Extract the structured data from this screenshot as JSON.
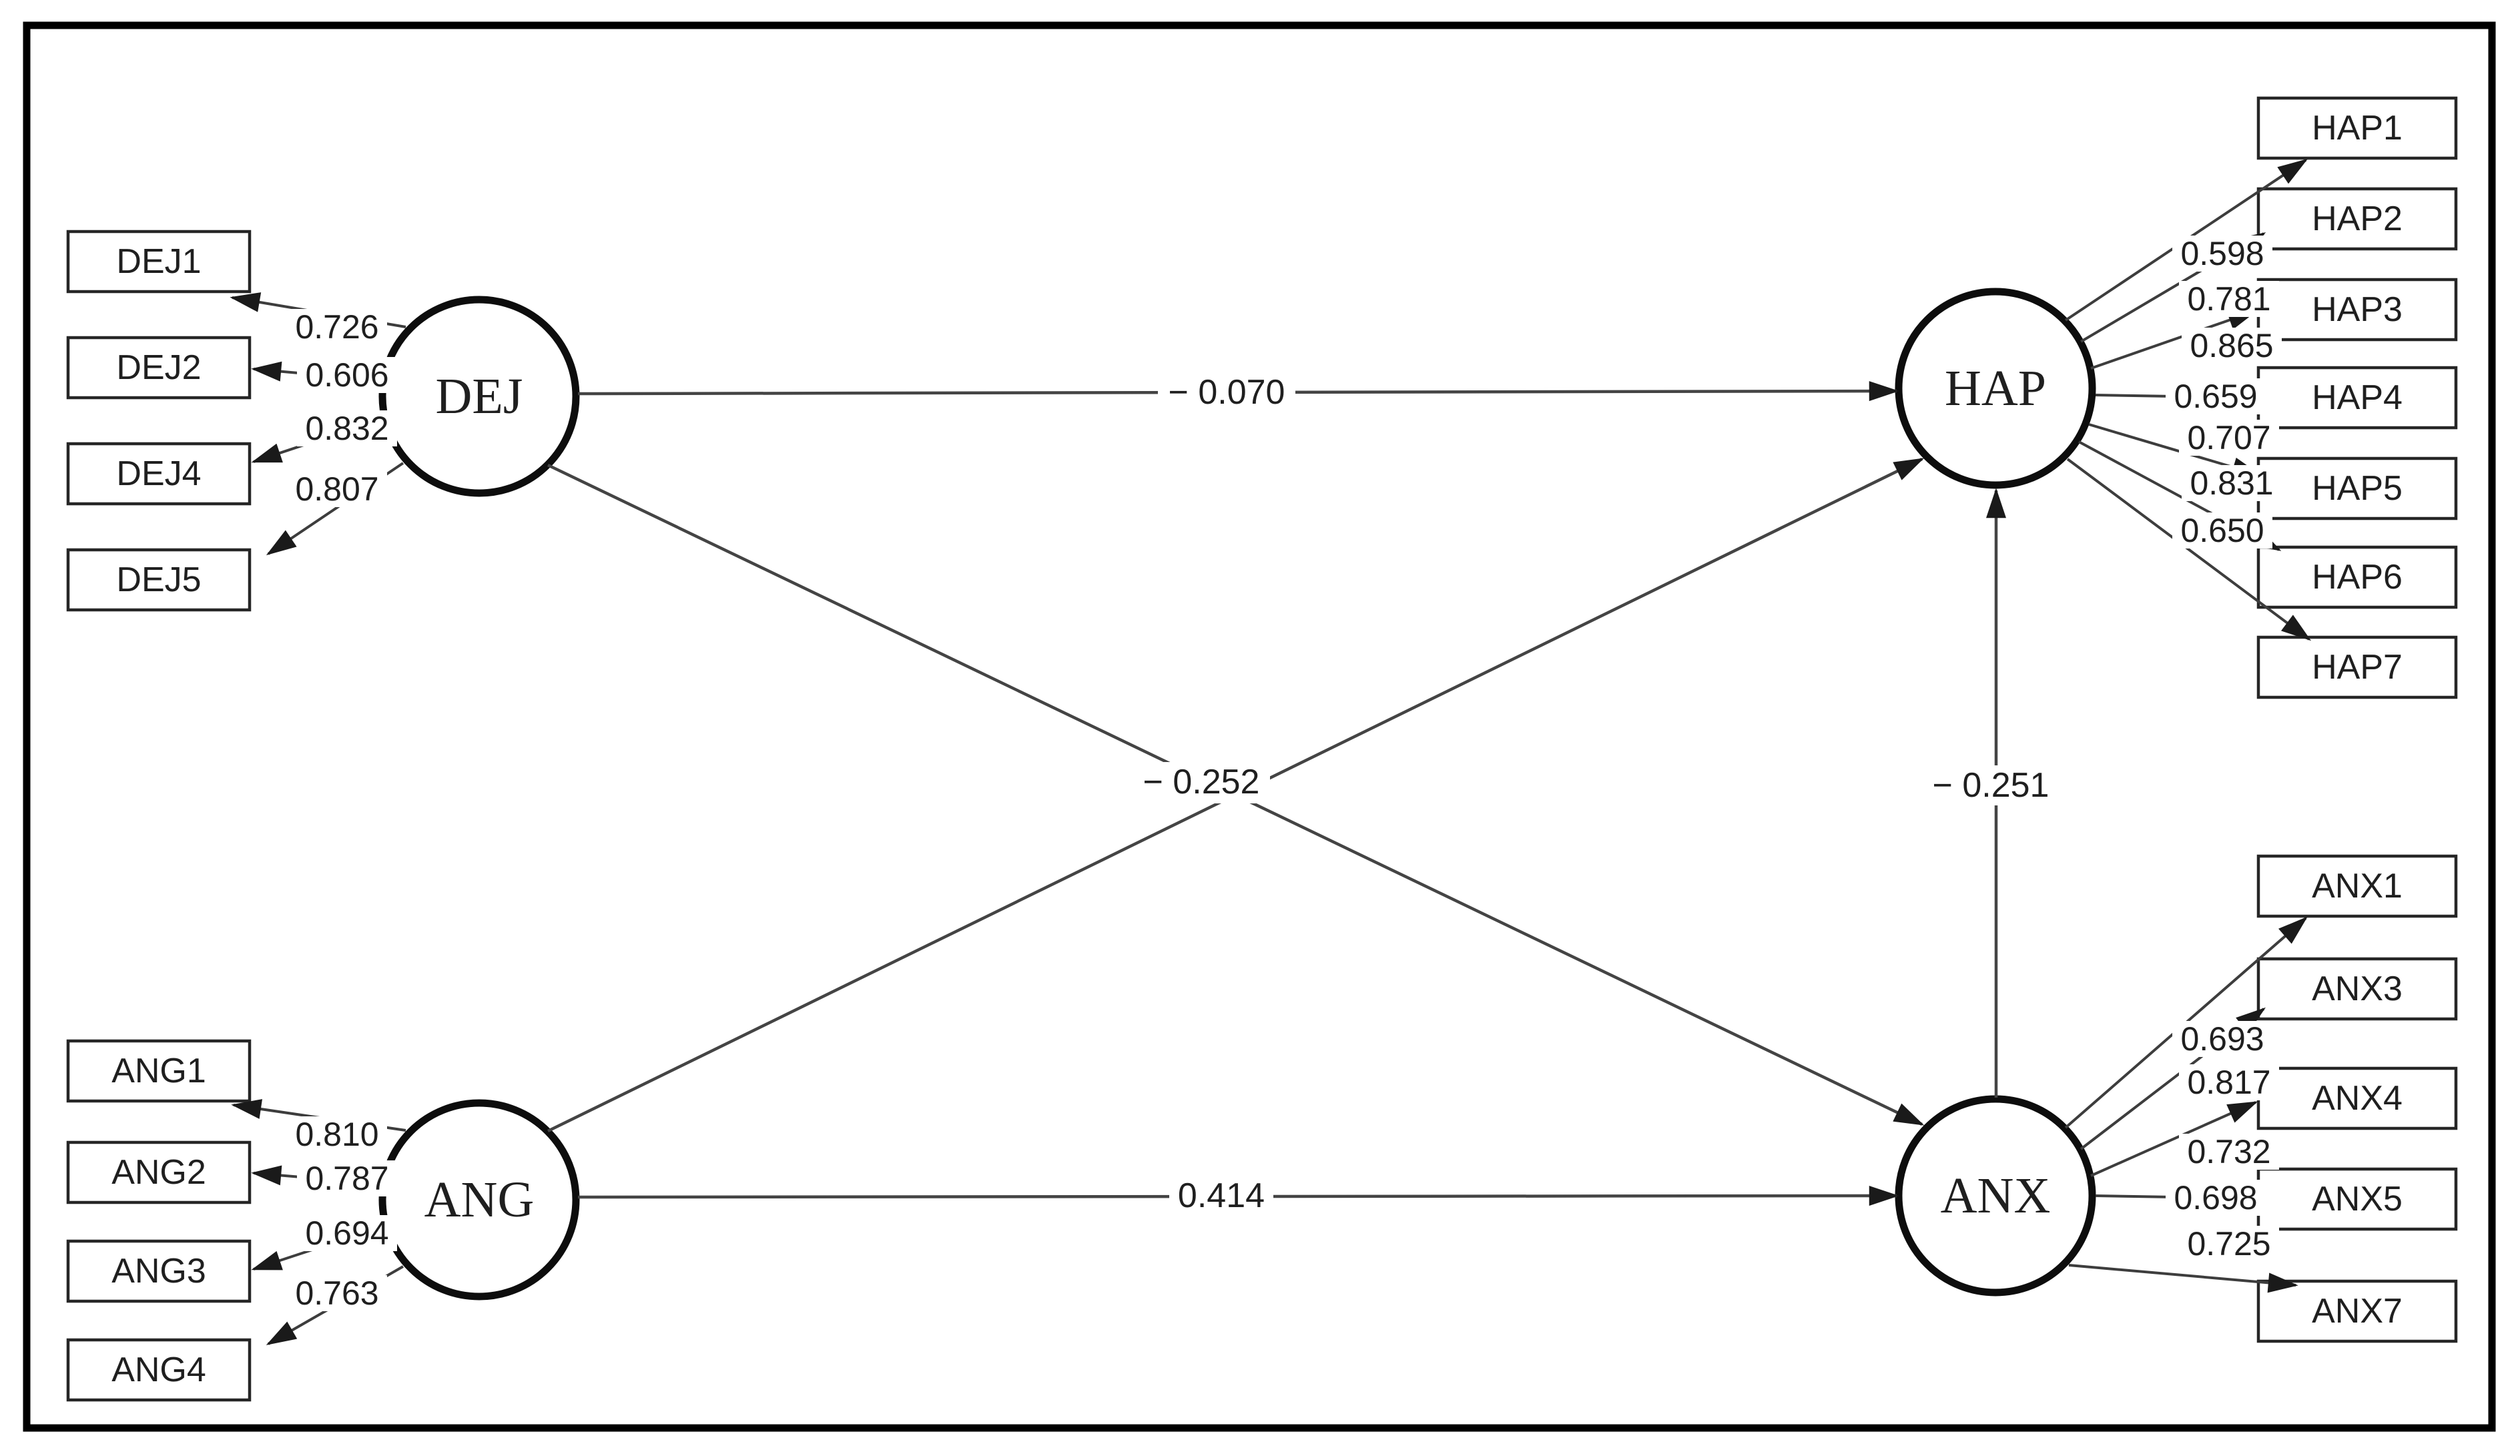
{
  "model": {
    "type": "structural-equation-model",
    "latents": [
      {
        "id": "DEJ",
        "label": "DEJ",
        "indicators": [
          {
            "name": "DEJ1",
            "loading": "0.726"
          },
          {
            "name": "DEJ2",
            "loading": "0.606"
          },
          {
            "name": "DEJ4",
            "loading": "0.832"
          },
          {
            "name": "DEJ5",
            "loading": "0.807"
          }
        ]
      },
      {
        "id": "ANG",
        "label": "ANG",
        "indicators": [
          {
            "name": "ANG1",
            "loading": "0.810"
          },
          {
            "name": "ANG2",
            "loading": "0.787"
          },
          {
            "name": "ANG3",
            "loading": "0.694"
          },
          {
            "name": "ANG4",
            "loading": "0.763"
          }
        ]
      },
      {
        "id": "HAP",
        "label": "HAP",
        "indicators": [
          {
            "name": "HAP1",
            "loading": "0.598"
          },
          {
            "name": "HAP2",
            "loading": "0.781"
          },
          {
            "name": "HAP3",
            "loading": "0.865"
          },
          {
            "name": "HAP4",
            "loading": "0.659"
          },
          {
            "name": "HAP5",
            "loading": "0.707"
          },
          {
            "name": "HAP6",
            "loading": "0.831"
          },
          {
            "name": "HAP7",
            "loading": "0.650"
          }
        ]
      },
      {
        "id": "ANX",
        "label": "ANX",
        "indicators": [
          {
            "name": "ANX1",
            "loading": "0.693"
          },
          {
            "name": "ANX3",
            "loading": "0.817"
          },
          {
            "name": "ANX4",
            "loading": "0.732"
          },
          {
            "name": "ANX5",
            "loading": "0.698"
          },
          {
            "name": "ANX7",
            "loading": "0.725"
          }
        ]
      }
    ],
    "paths": [
      {
        "from": "DEJ",
        "to": "HAP",
        "label": "− 0.070"
      },
      {
        "from": "ANG",
        "to": "ANX",
        "label": "0.414"
      },
      {
        "from": "ANX",
        "to": "HAP",
        "label": "− 0.251"
      },
      {
        "from": "DEJ",
        "to": "ANX",
        "label": "− 0.252"
      },
      {
        "from": "ANG",
        "to": "HAP",
        "label": ""
      }
    ]
  }
}
